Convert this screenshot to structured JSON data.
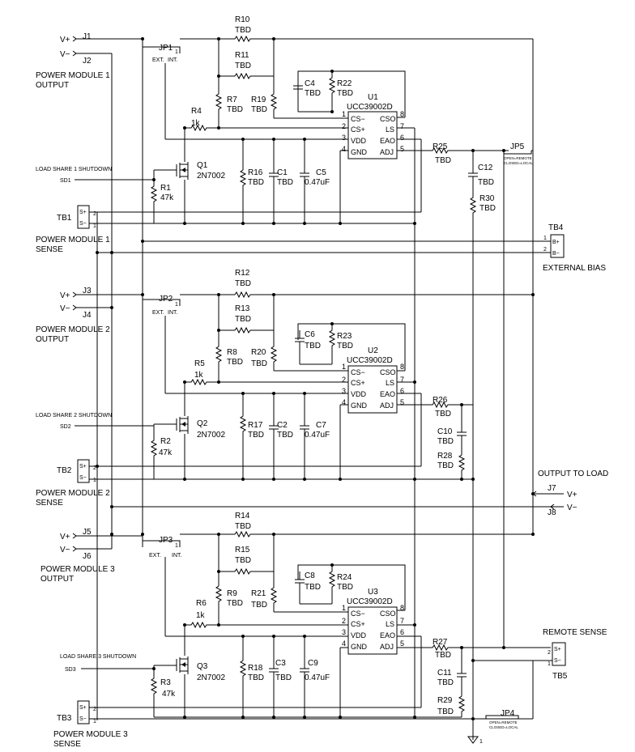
{
  "top": {
    "j1": "J1",
    "j2": "J2",
    "v_plus": "V+",
    "v_minus": "V−",
    "pm1_output": "POWER MODULE 1\nOUTPUT",
    "jp1": "JP1",
    "ext": "EXT.",
    "int": "INT.",
    "one": "1",
    "r10": "R10",
    "r11": "R11",
    "tbd": "TBD",
    "c4": "C4",
    "r22": "R22",
    "u1": "U1",
    "ucc": "UCC39002D",
    "r7": "R7",
    "r19": "R19",
    "r4": "R4",
    "r4v": "1k",
    "q1": "Q1",
    "q1v": "2N7002",
    "ls1": "LOAD SHARE 1 SHUTDOWN",
    "sd1": "SD1",
    "r1": "R1",
    "r1v": "47k",
    "r16": "R16",
    "c1": "C1",
    "c5": "C5",
    "c5v": "0.47uF",
    "r25": "R25",
    "c12": "C12",
    "r30": "R30",
    "jp5": "JP5",
    "jp_note1": "OPEN=REMOTE",
    "jp_note2": "CLOSED=LOCAL",
    "tb1": "TB1",
    "s_plus": "S+",
    "s_minus": "S−",
    "p2": "2",
    "p1": "1",
    "pm1_sense": "POWER MODULE 1\nSENSE",
    "tb4": "TB4",
    "b_plus": "B+",
    "b_minus": "B−",
    "ext_bias": "EXTERNAL BIAS"
  },
  "mid": {
    "j3": "J3",
    "j4": "J4",
    "pm2_output": "POWER MODULE 2\nOUTPUT",
    "jp2": "JP2",
    "r12": "R12",
    "r13": "R13",
    "c6": "C6",
    "r23": "R23",
    "u2": "U2",
    "r8": "R8",
    "r20": "R20",
    "r5": "R5",
    "r5v": "1k",
    "q2": "Q2",
    "q2v": "2N7002",
    "ls2": "LOAD SHARE 2 SHUTDOWN",
    "sd2": "SD2",
    "r2": "R2",
    "r2v": "47k",
    "r17": "R17",
    "c2": "C2",
    "c7": "C7",
    "c7v": "0.47uF",
    "r26": "R26",
    "c10": "C10",
    "r28": "R28",
    "tb2": "TB2",
    "pm2_sense": "POWER MODULE 2\nSENSE",
    "out_load": "OUTPUT TO LOAD",
    "j7": "J7",
    "j8": "J8"
  },
  "bot": {
    "j5": "J5",
    "j6": "J6",
    "pm3_output": "POWER MODULE 3\nOUTPUT",
    "jp3": "JP3",
    "r14": "R14",
    "r15": "R15",
    "c8": "C8",
    "r24": "R24",
    "u3": "U3",
    "r9": "R9",
    "r21": "R21",
    "r6": "R6",
    "r6v": "1k",
    "q3": "Q3",
    "q3v": "2N7002",
    "ls3": "LOAD SHARE 3 SHUTDOWN",
    "sd3": "SD3",
    "r3": "R3",
    "r3v": "47k",
    "r18": "R18",
    "c3": "C3",
    "c9": "C9",
    "c9v": "0.47uF",
    "r27": "R27",
    "c11": "C11",
    "r29": "R29",
    "tb3": "TB3",
    "pm3_sense": "POWER MODULE 3\nSENSE",
    "remote_sense": "REMOTE SENSE",
    "tb5": "TB5",
    "jp4": "JP4"
  },
  "ic_pins": {
    "cs_minus": "CS−",
    "cs_plus": "CS+",
    "vdd": "VDD",
    "gnd": "GND",
    "cso": "CSO",
    "ls": "LS",
    "eao": "EAO",
    "adj": "ADJ",
    "n1": "1",
    "n2": "2",
    "n3": "3",
    "n4": "4",
    "n5": "5",
    "n6": "6",
    "n7": "7",
    "n8": "8"
  },
  "ground_pin": "1"
}
